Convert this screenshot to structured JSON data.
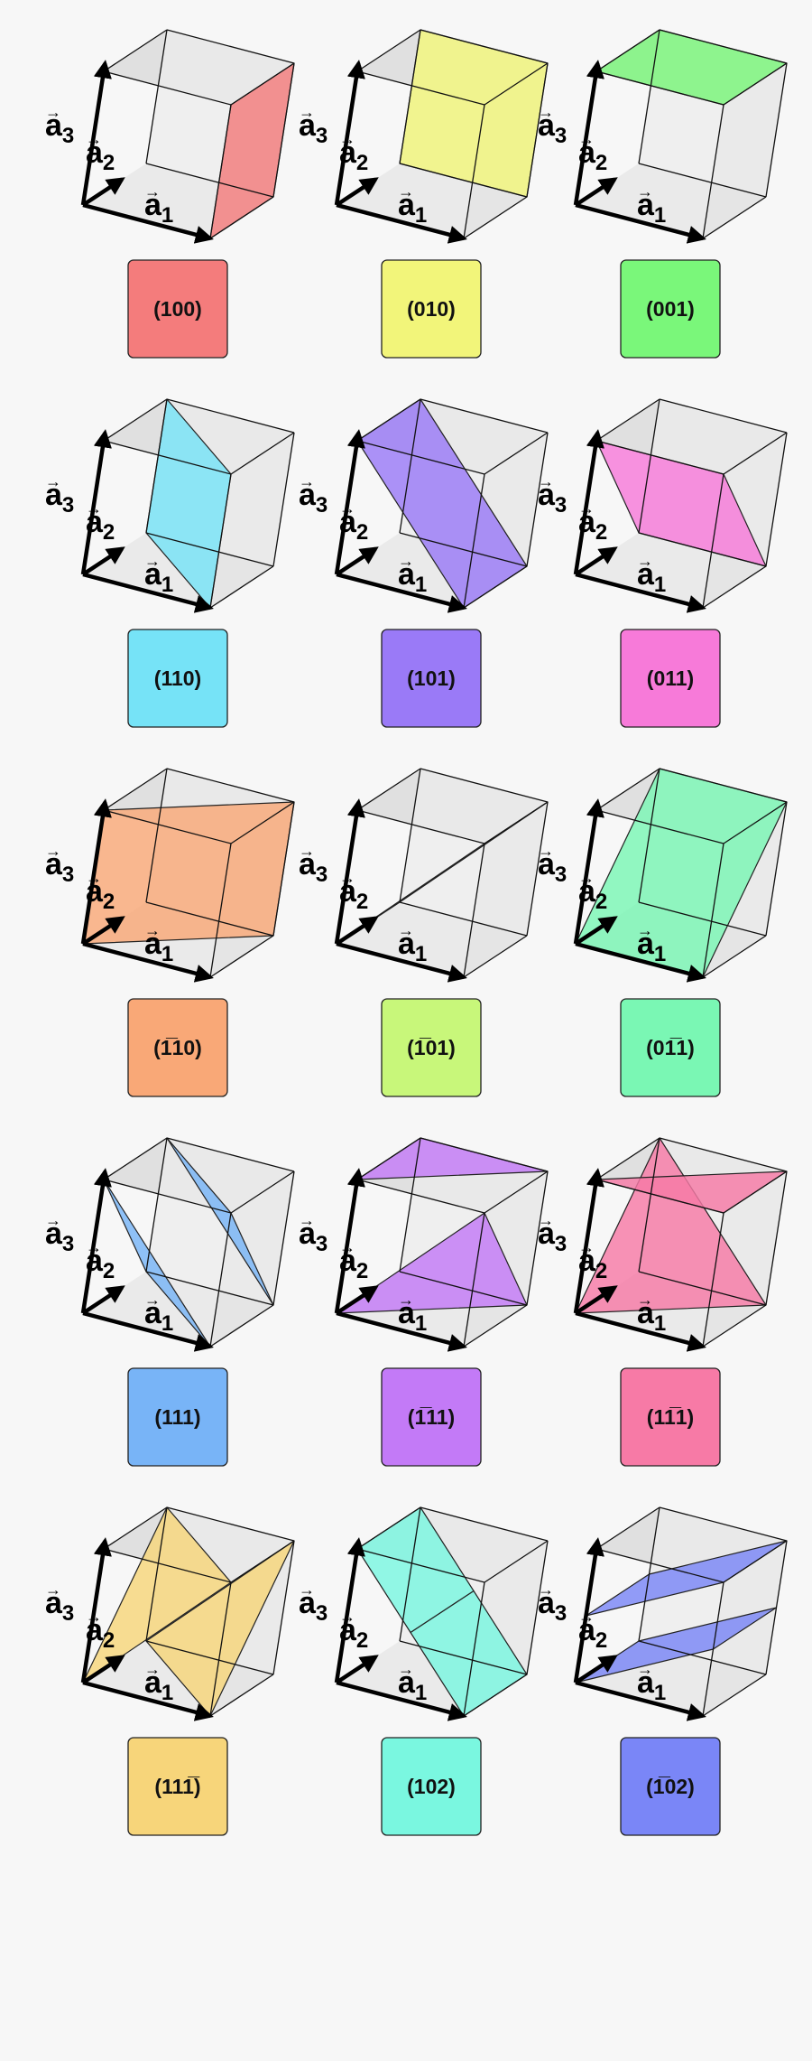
{
  "axes": {
    "a1": {
      "letter": "a",
      "subscript": "1",
      "arrow": "→"
    },
    "a2": {
      "letter": "a",
      "subscript": "2",
      "arrow": "→"
    },
    "a3": {
      "letter": "a",
      "subscript": "3",
      "arrow": "→"
    }
  },
  "planes": [
    {
      "label": "(100)",
      "color": "#f47c7c"
    },
    {
      "label": "(010)",
      "color": "#f2f57a"
    },
    {
      "label": "(001)",
      "color": "#7af77a"
    },
    {
      "label": "(110)",
      "color": "#76e3f7"
    },
    {
      "label": "(101)",
      "color": "#9a7af7"
    },
    {
      "label": "(011)",
      "color": "#f77ad9"
    },
    {
      "label": "(1̅10)",
      "color": "#f9a877"
    },
    {
      "label": "(1̅01)",
      "color": "#c8f77a"
    },
    {
      "label": "(01̅1)",
      "color": "#7af7b4"
    },
    {
      "label": "(111)",
      "color": "#78b4f7"
    },
    {
      "label": "(1̅11)",
      "color": "#c37af7"
    },
    {
      "label": "(11̅1)",
      "color": "#f77aa6"
    },
    {
      "label": "(111̅)",
      "color": "#f7d57a"
    },
    {
      "label": "(102)",
      "color": "#7af7e0"
    },
    {
      "label": "(1̅02)",
      "color": "#7a86f7"
    }
  ]
}
